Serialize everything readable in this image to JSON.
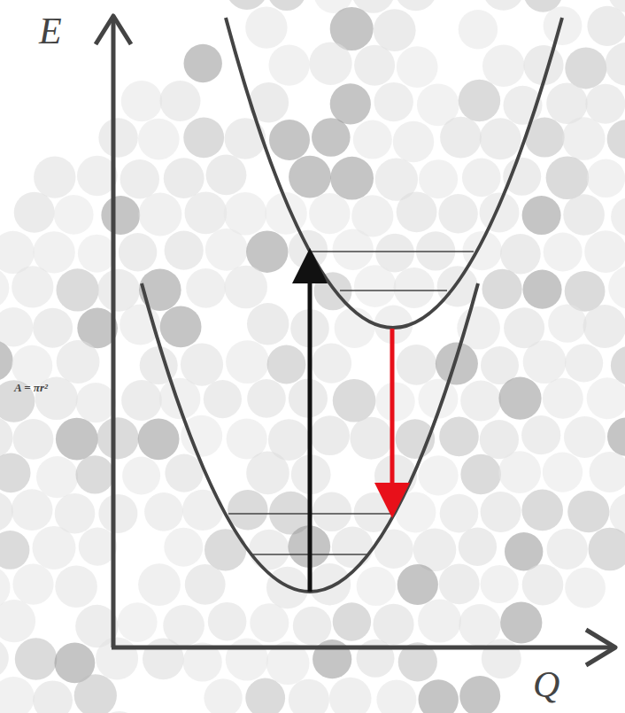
{
  "diagram": {
    "labels": [
      "E",
      "Q",
      "A = πr²"
    ]
  }
}
